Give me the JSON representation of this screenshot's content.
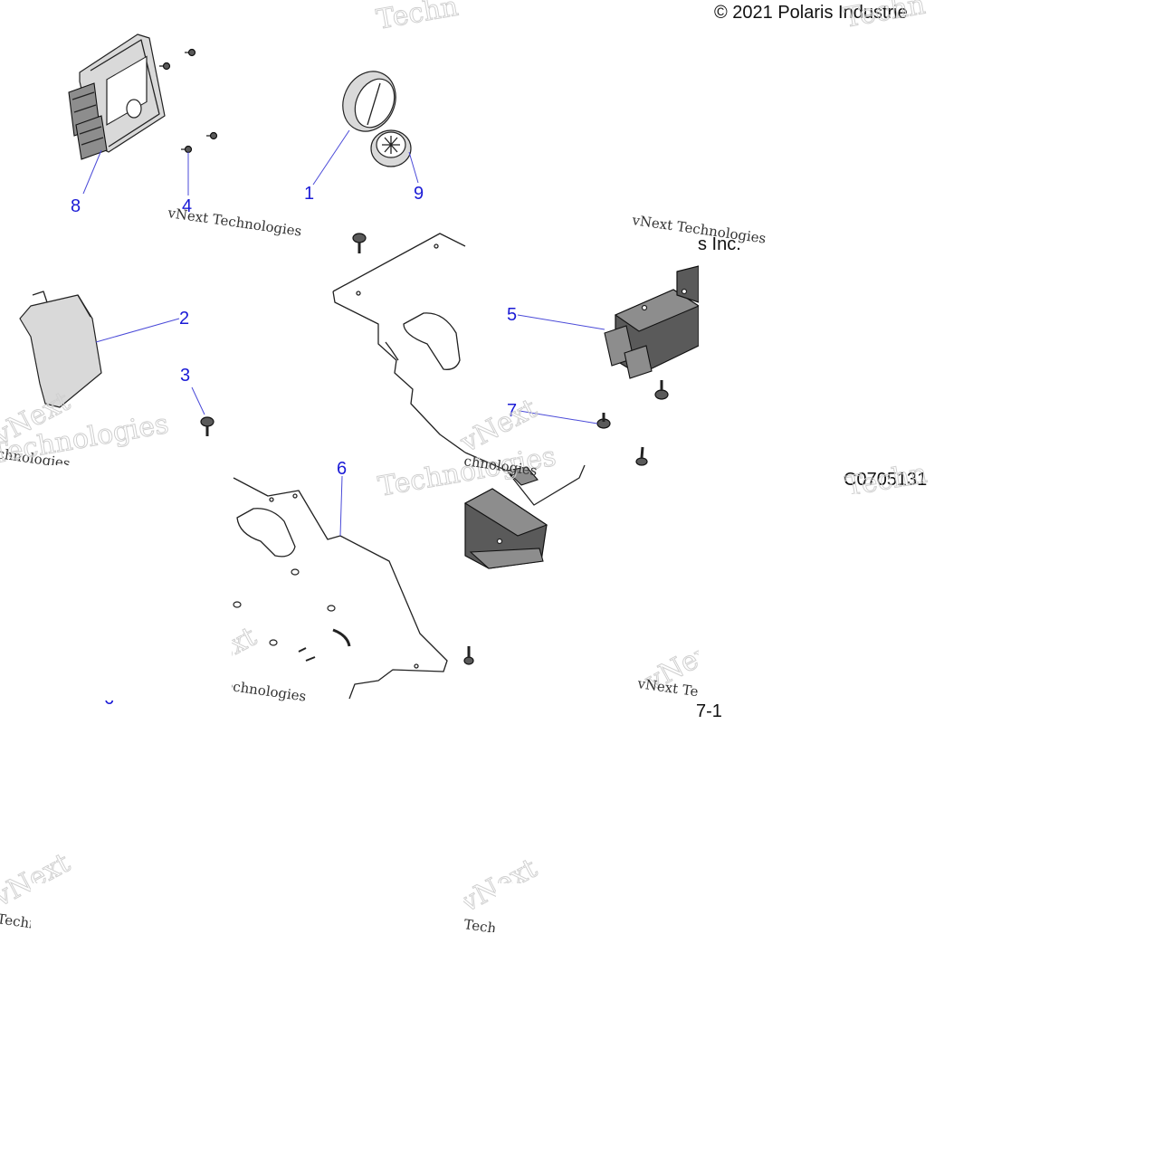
{
  "header": {
    "copyright": "© 2021 Polaris Industrie",
    "copyright_tail": "s Inc.",
    "diagram_code": "C0705131",
    "page_ref": "7-1"
  },
  "callouts": [
    {
      "id": "1",
      "label": "1"
    },
    {
      "id": "2",
      "label": "2"
    },
    {
      "id": "3",
      "label": "3"
    },
    {
      "id": "4",
      "label": "4"
    },
    {
      "id": "5",
      "label": "5"
    },
    {
      "id": "6",
      "label": "6"
    },
    {
      "id": "7",
      "label": "7"
    },
    {
      "id": "8",
      "label": "8"
    },
    {
      "id": "9",
      "label": "9"
    }
  ],
  "watermark": {
    "line1": "vNext Technologies",
    "ghost": "Technologies",
    "ghost_short": "vNext",
    "frag_a": "chnologies",
    "frag_b": "Techno",
    "frag_c": "Techn"
  },
  "colors": {
    "callout": "#1b1bd6",
    "leader": "#4a4ad8",
    "part_fill": "#d9d9d9",
    "part_dark": "#5a5a5a"
  }
}
